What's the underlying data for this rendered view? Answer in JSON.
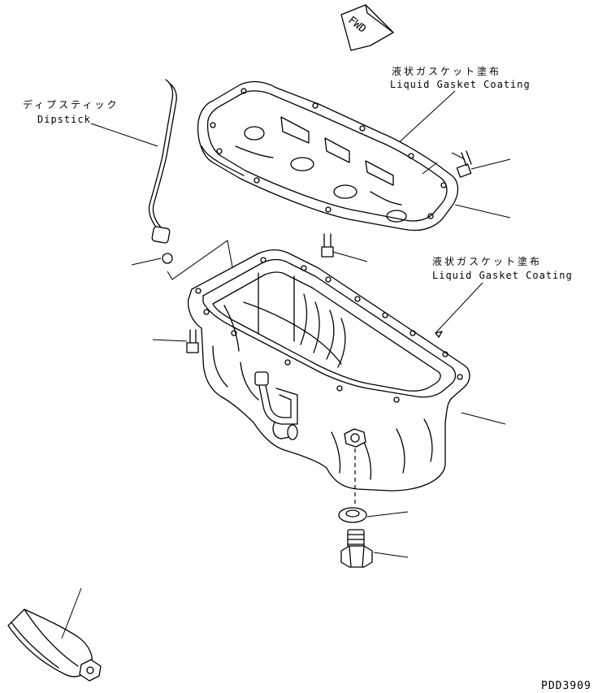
{
  "diagram": {
    "fwd_label": "FWD",
    "dipstick": {
      "jp": "ディプスティック",
      "en": "Dipstick"
    },
    "gasket_upper": {
      "jp": "液状ガスケット塗布",
      "en": "Liquid Gasket Coating"
    },
    "gasket_lower": {
      "jp": "液状ガスケット塗布",
      "en": "Liquid Gasket Coating"
    },
    "drawing_code": "PDD3909"
  }
}
